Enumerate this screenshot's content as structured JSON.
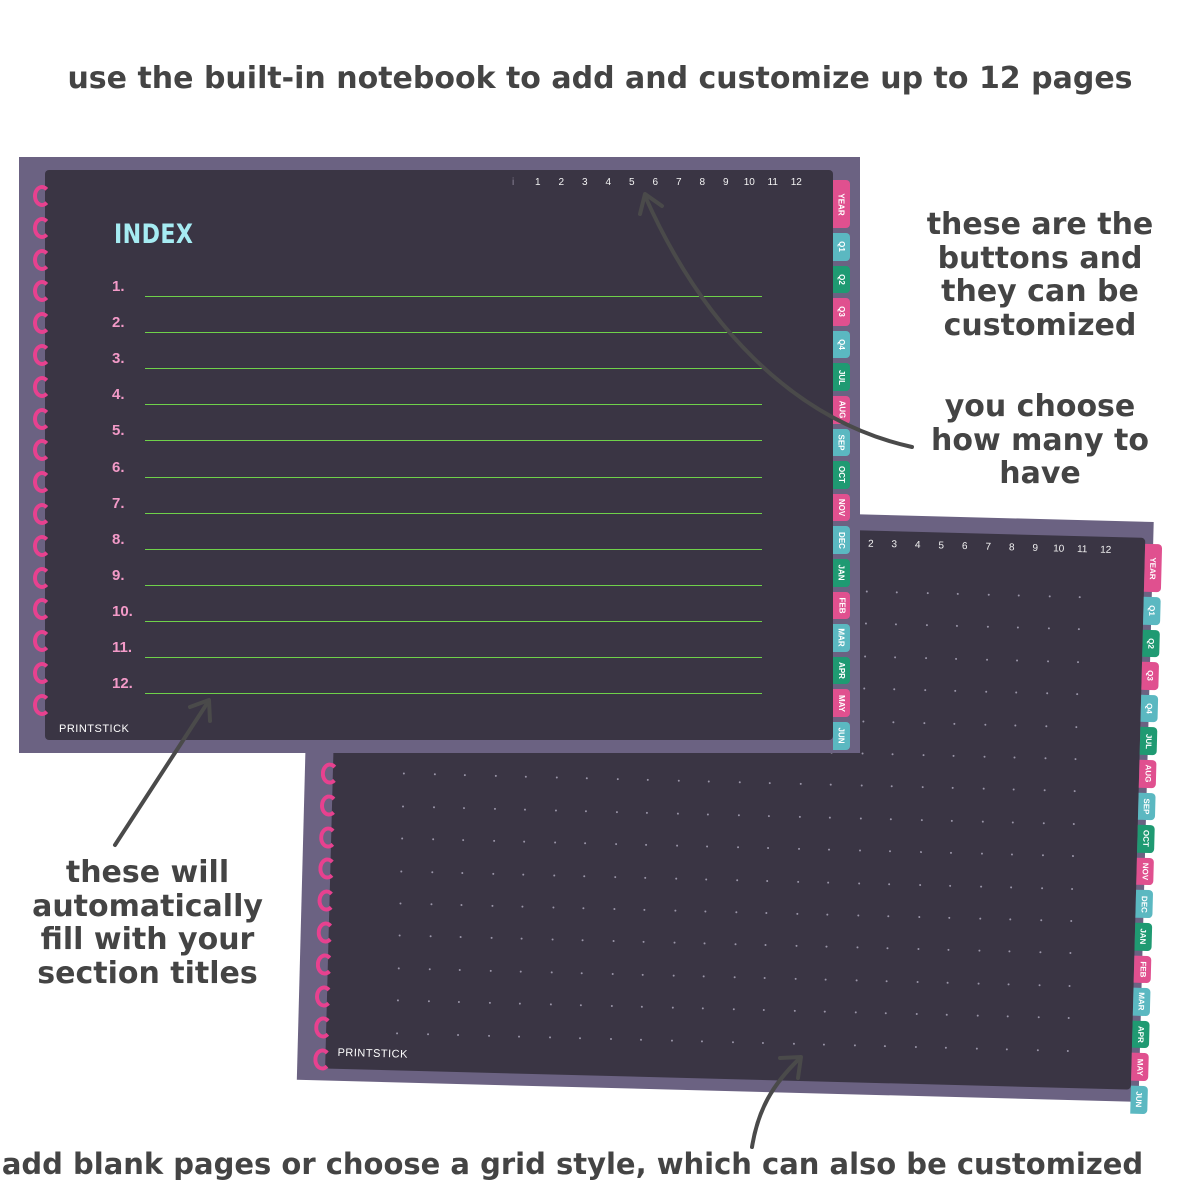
{
  "captions": {
    "top": "use the built-in notebook to add and customize up to 12 pages",
    "buttons": "these are the buttons and they can be customized",
    "choose": "you choose how many to have",
    "fill": "these will automatically fill with your section titles",
    "bottom": "add blank pages or choose a grid style, which can also be customized"
  },
  "index_page": {
    "title": "INDEX",
    "brand": "PRINTSTICK",
    "home_link": "i",
    "page_links": [
      "1",
      "2",
      "3",
      "4",
      "5",
      "6",
      "7",
      "8",
      "9",
      "10",
      "11",
      "12"
    ],
    "rows": [
      "1.",
      "2.",
      "3.",
      "4.",
      "5.",
      "6.",
      "7.",
      "8.",
      "9.",
      "10.",
      "11.",
      "12."
    ]
  },
  "grid_page": {
    "brand": "PRINTSTICK",
    "page_links": [
      "2",
      "3",
      "4",
      "5",
      "6",
      "7",
      "8",
      "9",
      "10",
      "11",
      "12"
    ]
  },
  "tabs": [
    {
      "label": "YEAR",
      "color": "#e0508f"
    },
    {
      "label": "Q1",
      "color": "#5bb8c1"
    },
    {
      "label": "Q2",
      "color": "#1f9a72"
    },
    {
      "label": "Q3",
      "color": "#e0508f"
    },
    {
      "label": "Q4",
      "color": "#5bb8c1"
    },
    {
      "label": "JUL",
      "color": "#1f9a72"
    },
    {
      "label": "AUG",
      "color": "#e0508f"
    },
    {
      "label": "SEP",
      "color": "#5bb8c1"
    },
    {
      "label": "OCT",
      "color": "#1f9a72"
    },
    {
      "label": "NOV",
      "color": "#e0508f"
    },
    {
      "label": "DEC",
      "color": "#5bb8c1"
    },
    {
      "label": "JAN",
      "color": "#1f9a72"
    },
    {
      "label": "FEB",
      "color": "#e0508f"
    },
    {
      "label": "MAR",
      "color": "#5bb8c1"
    },
    {
      "label": "APR",
      "color": "#1f9a72"
    },
    {
      "label": "MAY",
      "color": "#e0508f"
    },
    {
      "label": "JUN",
      "color": "#5bb8c1"
    }
  ],
  "colors": {
    "page": "#3a3544",
    "frame": "#6b6282",
    "coil": "#e7418f",
    "index_title": "#a6ecf3",
    "row_number": "#f39ac8",
    "row_line": "#6fd14a"
  }
}
